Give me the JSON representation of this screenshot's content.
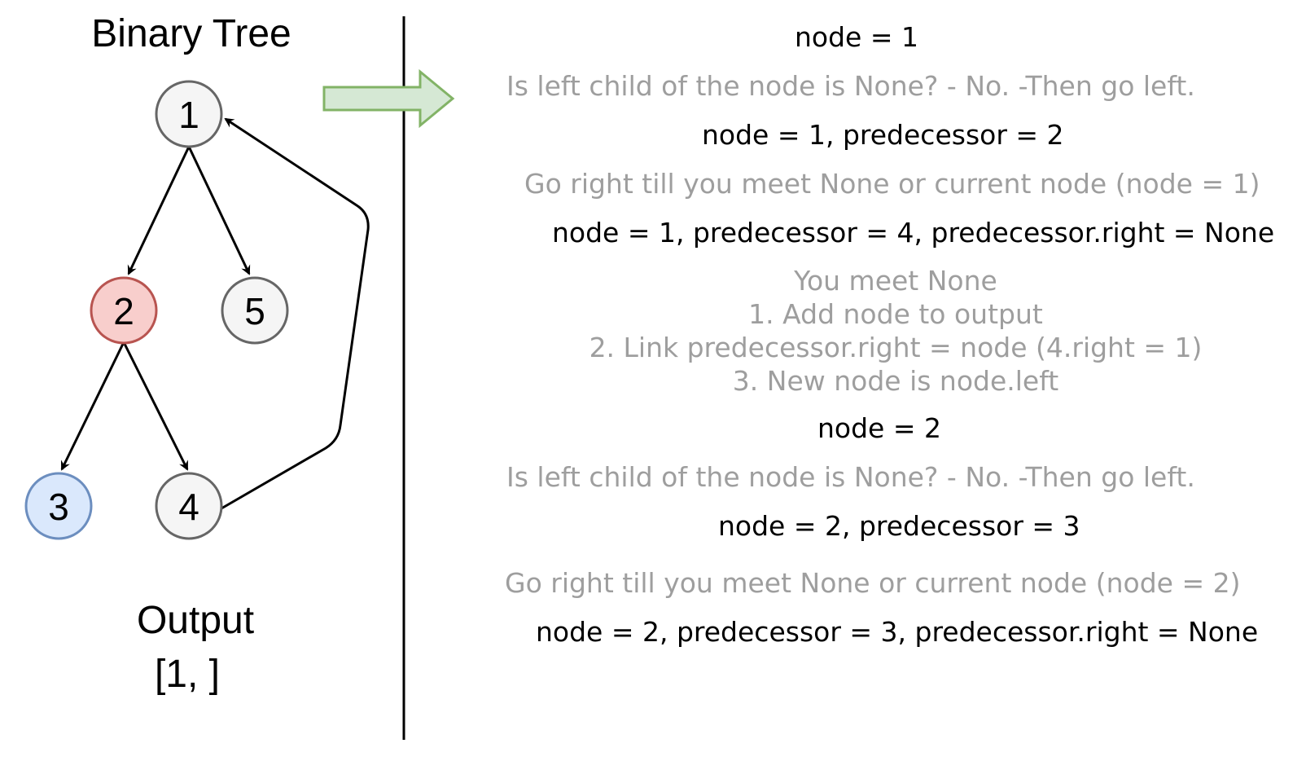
{
  "tree": {
    "title": "Binary Tree",
    "nodes": [
      {
        "id": "1",
        "label": "1",
        "fill": "#f5f5f5",
        "stroke": "#666666"
      },
      {
        "id": "2",
        "label": "2",
        "fill": "#f8cecc",
        "stroke": "#b85450"
      },
      {
        "id": "5",
        "label": "5",
        "fill": "#f5f5f5",
        "stroke": "#666666"
      },
      {
        "id": "3",
        "label": "3",
        "fill": "#dae8fc",
        "stroke": "#6c8ebf"
      },
      {
        "id": "4",
        "label": "4",
        "fill": "#f5f5f5",
        "stroke": "#666666"
      }
    ],
    "edges": [
      {
        "from": "1",
        "to": "2"
      },
      {
        "from": "1",
        "to": "5"
      },
      {
        "from": "2",
        "to": "3"
      },
      {
        "from": "2",
        "to": "4"
      },
      {
        "from": "4",
        "to": "1",
        "type": "thread-link"
      }
    ]
  },
  "output": {
    "label": "Output",
    "value": "[1, ]"
  },
  "arrow": {
    "fill": "#d5e8d4",
    "stroke": "#82b366"
  },
  "steps": {
    "s1": "node = 1",
    "s2": "Is left child of the node is None? - No. -Then go left.",
    "s3": "node = 1, predecessor = 2",
    "s4": "Go right till you meet None or current node (node = 1)",
    "s5": "node = 1, predecessor = 4, predecessor.right = None",
    "s6": [
      "You meet None",
      "1. Add node to output",
      "2. Link predecessor.right = node (4.right = 1)",
      "3. New node is node.left"
    ],
    "s7": "node = 2",
    "s8": "Is left child of the node is None? - No. -Then go left.",
    "s9": "node = 2, predecessor = 3",
    "s10": "Go right till you meet None or current node (node = 2)",
    "s11": "node = 2, predecessor = 3, predecessor.right = None"
  },
  "colors": {
    "state_text": "#000000",
    "rule_text": "#9e9e9e",
    "divider": "#000000"
  }
}
